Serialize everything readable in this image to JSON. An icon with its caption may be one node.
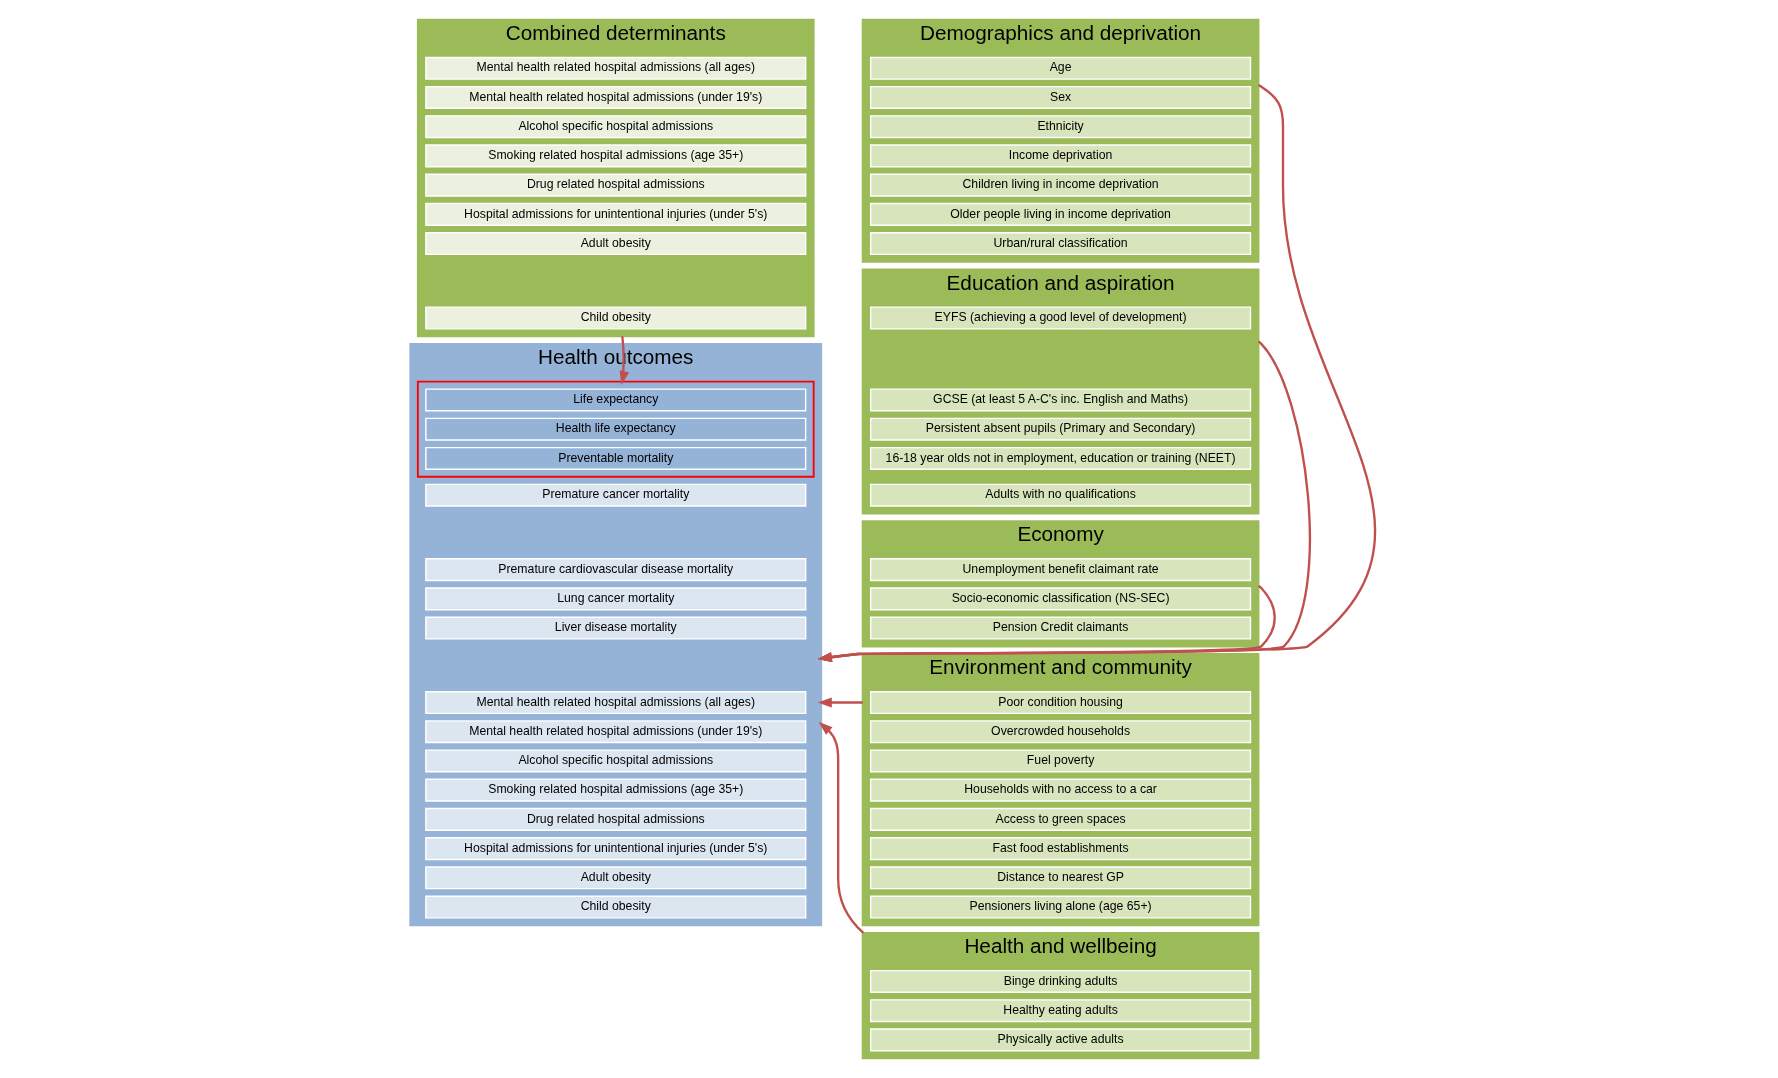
{
  "diagram": {
    "nodes": [
      {
        "text": [
          "Combined determinants"
        ]
      },
      {
        "text": [
          "Mental health related hospital admissions (all ages)"
        ],
        "in": 0
      },
      {
        "text": [
          "Mental health related hospital admissions (under 19's)"
        ],
        "in": 0
      },
      {
        "text": [
          "Alcohol specific hospital admissions"
        ],
        "in": 0
      },
      {
        "text": [
          "Smoking related hospital admissions (age 35+)"
        ],
        "in": 0
      },
      {
        "text": [
          "Drug related hospital admissions"
        ],
        "in": 0
      },
      {
        "text": [
          "Hospital admissions for unintentional injuries (under 5's)"
        ],
        "in": 0
      },
      {
        "text": [
          "Adult obesity"
        ],
        "in": 0
      },
      {
        "text": [
          "Child obesity"
        ],
        "in": 0
      },
      {
        "text": [
          "Health outcomes"
        ]
      },
      {
        "text": [],
        "shape": "box",
        "in": 9
      },
      {
        "text": [
          "Life expectancy"
        ],
        "in": 10
      },
      {
        "text": [
          "Health life expectancy"
        ],
        "in": 10
      },
      {
        "text": [
          "Preventable mortality"
        ],
        "in": 10
      },
      {
        "text": [
          "Premature cancer mortality"
        ],
        "in": 9
      },
      {
        "text": [
          "Premature cardiovascular disease mortality"
        ],
        "in": 9
      },
      {
        "text": [
          "Lung cancer mortality"
        ],
        "in": 9
      },
      {
        "text": [
          "Liver disease mortality"
        ],
        "in": 9
      },
      {
        "text": [
          "Mental health related hospital admissions (all ages)"
        ],
        "in": 9
      },
      {
        "text": [
          "Mental health related hospital admissions (under 19's)"
        ],
        "in": 9
      },
      {
        "text": [
          "Alcohol specific hospital admissions"
        ],
        "in": 9
      },
      {
        "text": [
          "Smoking related hospital admissions (age 35+)"
        ],
        "in": 9
      },
      {
        "text": [
          "Drug related hospital admissions"
        ],
        "in": 9
      },
      {
        "text": [
          "Hospital admissions for unintentional injuries (under 5's)"
        ],
        "in": 9
      },
      {
        "text": [
          "Adult obesity"
        ],
        "in": 9
      },
      {
        "text": [
          "Child obesity"
        ],
        "in": 9
      },
      {
        "text": [
          "Demographics and deprivation"
        ]
      },
      {
        "text": [
          "Age"
        ],
        "in": 26
      },
      {
        "text": [
          "Sex"
        ],
        "in": 26
      },
      {
        "text": [
          "Ethnicity"
        ],
        "in": 26
      },
      {
        "text": [
          "Income deprivation"
        ],
        "in": 26
      },
      {
        "text": [
          "Children living in income deprivation"
        ],
        "in": 26
      },
      {
        "text": [
          "Older people living in income deprivation"
        ],
        "in": 26
      },
      {
        "text": [
          "Urban/rural classification"
        ],
        "in": 26
      },
      {
        "text": [
          "Education and aspiration"
        ]
      },
      {
        "text": [
          "EYFS (achieving a good level of development)"
        ],
        "in": 34
      },
      {
        "text": [
          "GCSE (at least 5 A-C's inc. English and Maths)"
        ],
        "in": 34
      },
      {
        "text": [
          "Persistent absent pupils (Primary and Secondary)"
        ],
        "in": 34
      },
      {
        "text": [
          "16-18 year olds not in employment, education or training (NEET)"
        ],
        "in": 34
      },
      {
        "text": [
          "Adults with no qualifications"
        ],
        "in": 34
      },
      {
        "text": [
          "Economy"
        ]
      },
      {
        "text": [
          "Unemployment benefit claimant rate"
        ],
        "in": 40
      },
      {
        "text": [
          "Socio-economic classification (NS-SEC)"
        ],
        "in": 40
      },
      {
        "text": [
          "Pension Credit claimants"
        ],
        "in": 40
      },
      {
        "text": [
          "Environment and community"
        ]
      },
      {
        "text": [
          "Poor condition housing"
        ],
        "in": 44
      },
      {
        "text": [
          "Overcrowded households"
        ],
        "in": 44
      },
      {
        "text": [
          "Fuel poverty"
        ],
        "in": 44
      },
      {
        "text": [
          "Households with no access to a car"
        ],
        "in": 44
      },
      {
        "text": [
          "Access to green spaces"
        ],
        "in": 44
      },
      {
        "text": [
          "Fast food establishments"
        ],
        "in": 44
      },
      {
        "text": [
          "Distance to nearest GP"
        ],
        "in": 44
      },
      {
        "text": [
          "Pensioners living alone (age 65+)"
        ],
        "in": 44
      },
      {
        "text": [
          "Health and wellbeing"
        ]
      },
      {
        "text": [
          "Binge drinking adults"
        ],
        "in": 53
      },
      {
        "text": [
          "Healthy eating adults"
        ],
        "in": 53
      },
      {
        "text": [
          "Physically active adults"
        ],
        "in": 53
      }
    ],
    "edges": [
      {
        "from": 0,
        "to": 10,
        "arrow": "to"
      },
      {
        "from": 26,
        "to": 9,
        "arrow": "to"
      },
      {
        "from": 34,
        "to": 9,
        "arrow": "to"
      },
      {
        "from": 40,
        "to": 9,
        "arrow": "to"
      },
      {
        "from": 44,
        "to": 9,
        "arrow": "to"
      },
      {
        "from": 53,
        "to": 9,
        "arrow": "to"
      }
    ]
  }
}
